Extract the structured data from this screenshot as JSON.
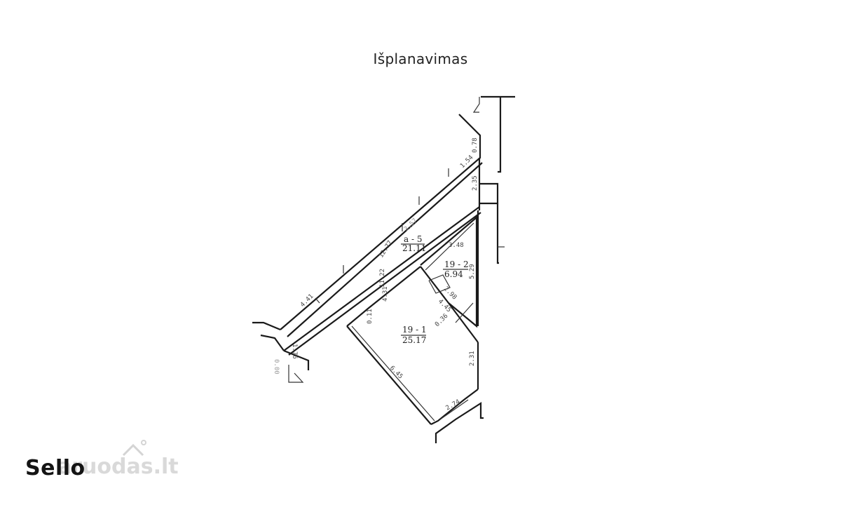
{
  "title": "Išplanavimas",
  "brand": "Sello",
  "watermark": "aruodas.lt",
  "rooms": [
    {
      "id": "a-5",
      "label": "a - 5",
      "area": "21.11"
    },
    {
      "id": "19-2",
      "label": "19 - 2",
      "area": "6.94"
    },
    {
      "id": "19-1",
      "label": "19 - 1",
      "area": "25.17"
    }
  ],
  "dimensions": {
    "d078": "0.78",
    "d154": "1.54",
    "d235": "2.35",
    "d1277": "12.77",
    "d348": "3.48",
    "d529": "5.29",
    "d1122": "11.22",
    "d298": "2.98",
    "d431": "4.31",
    "d445": "4.45",
    "d011": "0.11",
    "d036": "0.36",
    "d176": "1.76",
    "d645": "6.45",
    "d231": "2.31",
    "d274": "2.74",
    "d441": "4.41"
  },
  "faint": {
    "f1": "3.57",
    "f2": "0.00"
  }
}
